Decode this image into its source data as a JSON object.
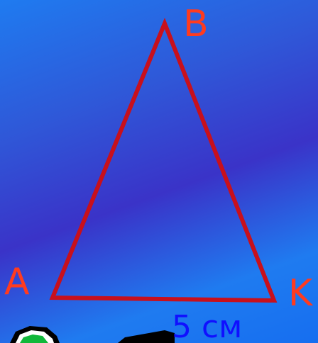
{
  "diagram": {
    "vertices": [
      {
        "label": "B"
      },
      {
        "label": "A"
      },
      {
        "label": "K"
      }
    ],
    "side_label": "5 см",
    "colors": {
      "triangle_stroke": "#c8101c",
      "vertex_label": "#ff3b1f",
      "measure_label": "#1010ff",
      "background_light": "#1f7bf0",
      "background_dark": "#3a33c8"
    }
  },
  "decor": {
    "icon": "green-blob-icon"
  }
}
